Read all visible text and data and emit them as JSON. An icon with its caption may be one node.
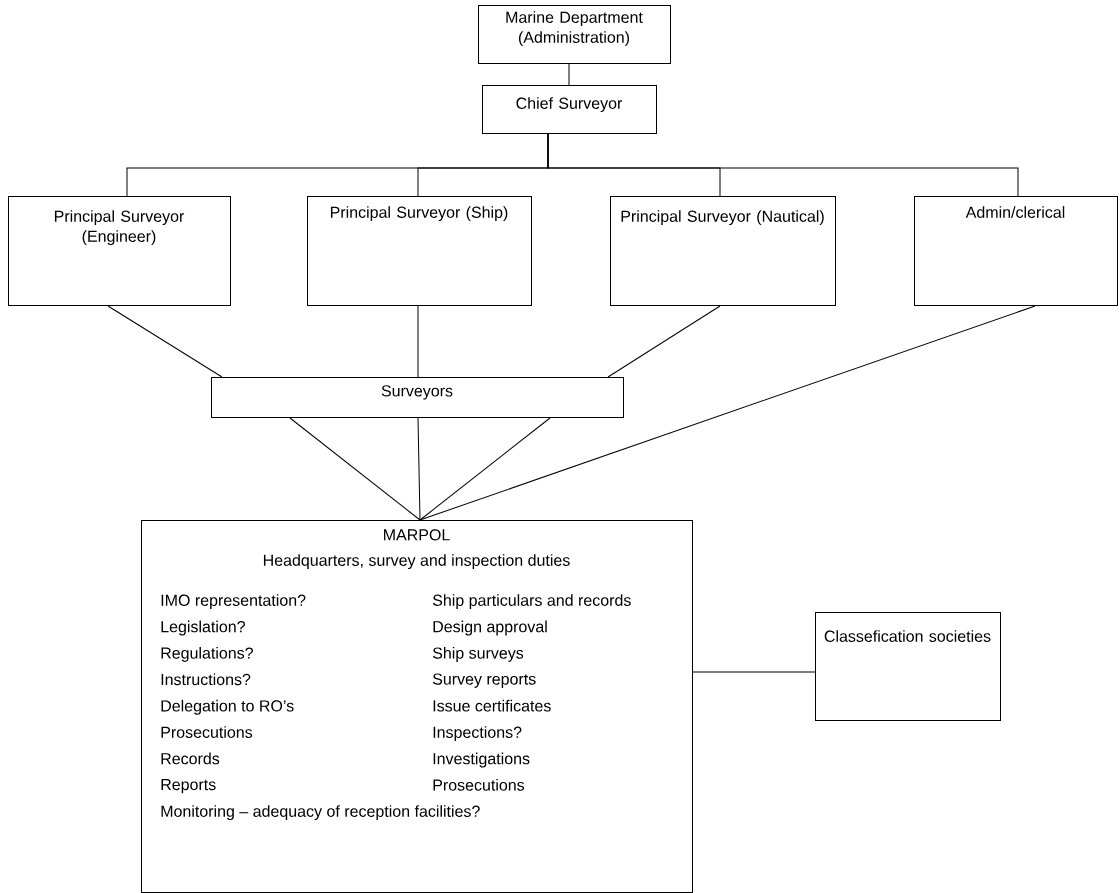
{
  "diagram": {
    "nodes": [
      {
        "text": [
          "Marine Department (Administration)"
        ]
      },
      {
        "text": [
          "Chief Surveyor"
        ]
      },
      {
        "text": [
          "Principal Surveyor (Engineer)"
        ]
      },
      {
        "text": [
          "Principal Surveyor (Ship)"
        ]
      },
      {
        "text": [
          "Principal Surveyor (Nautical)"
        ]
      },
      {
        "text": [
          "Admin/clerical"
        ]
      },
      {
        "text": [
          "Surveyors"
        ]
      },
      {
        "text": [
          "MARPOL",
          "Headquarters, survey and inspection duties",
          "IMO representation?",
          "Ship particulars and records",
          "Legislation?",
          "Design approval",
          "Regulations?",
          "Ship surveys",
          "Instructions?",
          "Survey reports",
          "Delegation to RO’s",
          "Issue certificates",
          "Prosecutions",
          "Inspections?",
          "Records",
          "Investigations",
          "Reports",
          "Prosecutions",
          "Monitoring – adequacy of reception facilities?"
        ]
      },
      {
        "text": [
          "Classefication societies"
        ]
      }
    ],
    "edges": [
      {
        "from": 0,
        "to": 1,
        "arrow": "none"
      },
      {
        "from": 1,
        "to": 2,
        "arrow": "none"
      },
      {
        "from": 1,
        "to": 3,
        "arrow": "none"
      },
      {
        "from": 1,
        "to": 4,
        "arrow": "none"
      },
      {
        "from": 1,
        "to": 5,
        "arrow": "none"
      },
      {
        "from": 2,
        "to": 6,
        "arrow": "none"
      },
      {
        "from": 3,
        "to": 6,
        "arrow": "none"
      },
      {
        "from": 4,
        "to": 6,
        "arrow": "none"
      },
      {
        "from": 5,
        "to": 7,
        "arrow": "none"
      },
      {
        "from": 6,
        "to": 7,
        "arrow": "none"
      },
      {
        "from": 6,
        "to": 7,
        "arrow": "none"
      },
      {
        "from": 6,
        "to": 7,
        "arrow": "none"
      },
      {
        "from": 7,
        "to": 8,
        "arrow": "none"
      }
    ]
  }
}
